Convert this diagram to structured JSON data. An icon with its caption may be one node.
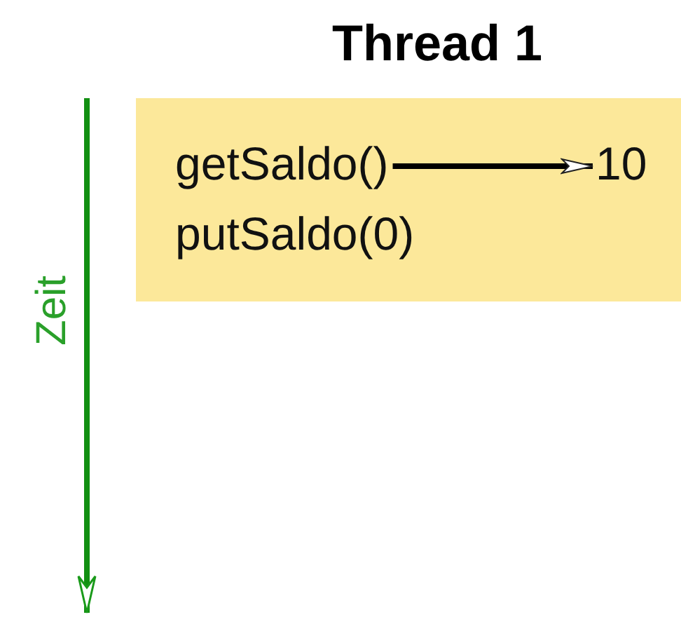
{
  "diagram": {
    "nodes": [
      {
        "text": [
          "Thread 1"
        ]
      },
      {
        "text": [
          "getSaldo()"
        ],
        "in": 0
      },
      {
        "text": [
          "10"
        ],
        "in": 0
      },
      {
        "text": [
          "putSaldo(0)"
        ],
        "in": 0
      }
    ],
    "edges": [
      {
        "from": 1,
        "to": 2,
        "arrow": "to"
      }
    ],
    "labels": [
      "Zeit"
    ]
  }
}
